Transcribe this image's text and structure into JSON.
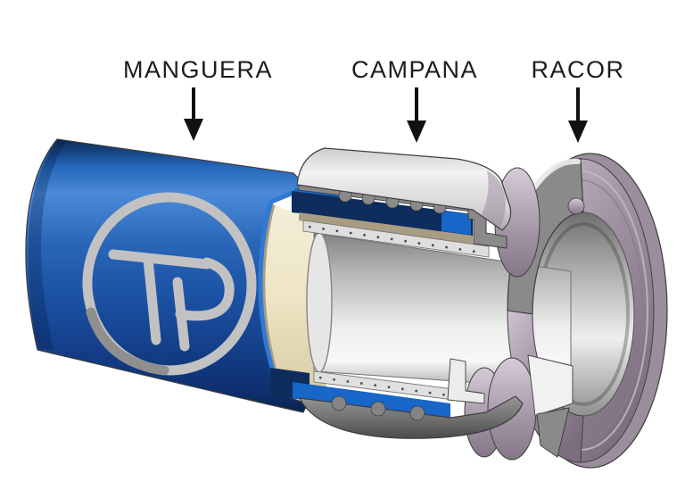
{
  "figure": {
    "type": "cutaway-technical-illustration",
    "subject": "hose-crimp-fitting-assembly",
    "callouts": [
      {
        "id": "manguera",
        "text": "MANGUERA"
      },
      {
        "id": "campana",
        "text": "CAMPANA"
      },
      {
        "id": "racor",
        "text": "RACOR"
      }
    ],
    "logo": {
      "text": "TP",
      "shape": "circle-outline"
    }
  },
  "colors": {
    "background": "#ffffff",
    "label_text": "#1c1c1c",
    "arrow": "#111111",
    "hose_blue": "#1d57ab",
    "hose_blue_highlight": "#4a8ad9",
    "hose_blue_dark": "#0a2550",
    "hose_cut_navy": "#0e2c5c",
    "hose_strip_blue": "#1766c8",
    "hose_edge_blue": "#2f79d4",
    "lining_tan": "#a89c82",
    "lining_cream": "#ece4c4",
    "steel_light": "#f2f2f2",
    "steel_dark": "#8c8c8c",
    "shell_light": "#e9e9e9",
    "shell_dark": "#5f5f5f",
    "cut_gray": "#8a8a8a",
    "flange_mauve": "#a294a4",
    "flange_mauve_light": "#cdc3cf",
    "flange_mauve_dark": "#7a6d7c",
    "logo_gray": "#c2c2c2"
  }
}
